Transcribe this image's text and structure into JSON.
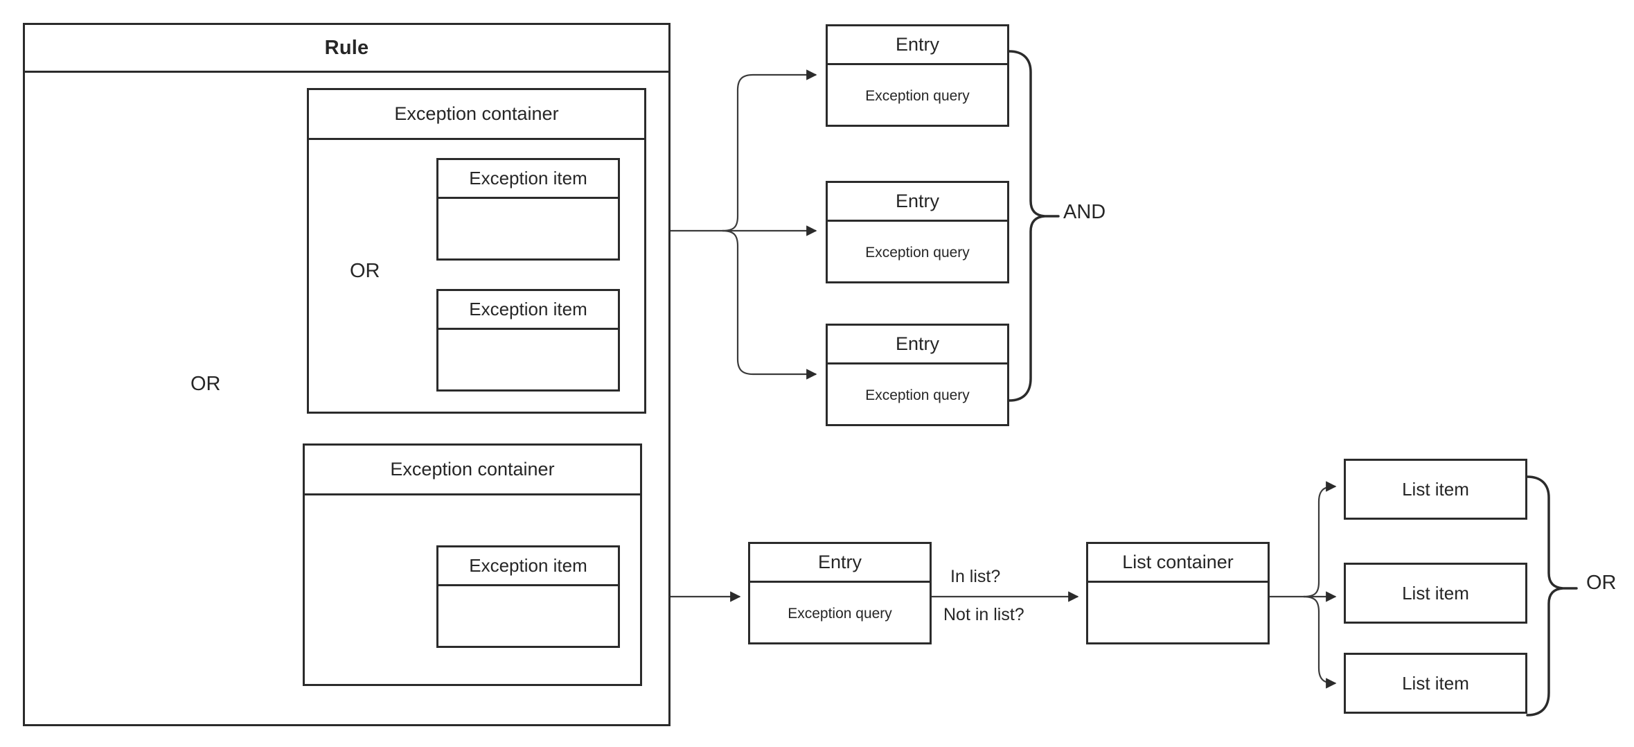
{
  "diagram": {
    "title": "Rule",
    "rule": {
      "label": "Rule"
    },
    "exception_containers": [
      {
        "label": "Exception container",
        "items": [
          {
            "label": "Exception item",
            "body": ""
          },
          {
            "label": "Exception item",
            "body": ""
          }
        ],
        "operator": "OR"
      },
      {
        "label": "Exception container",
        "items": [
          {
            "label": "Exception item",
            "body": ""
          }
        ]
      }
    ],
    "entries": [
      {
        "label": "Entry",
        "body": "Exception query"
      },
      {
        "label": "Entry",
        "body": "Exception query"
      },
      {
        "label": "Entry",
        "body": "Exception query"
      },
      {
        "label": "Entry",
        "body": "Exception query"
      }
    ],
    "list_container": {
      "label": "List container",
      "body": ""
    },
    "list_items": [
      {
        "label": "List item"
      },
      {
        "label": "List item"
      },
      {
        "label": "List item"
      }
    ],
    "operators": {
      "outer_or": "OR",
      "inner_or": "OR",
      "entries_and": "AND",
      "list_or": "OR"
    },
    "edge_labels": {
      "in_list": "In list?",
      "not_in_list": "Not in list?"
    },
    "colors": {
      "stroke": "#2b2b2b",
      "thin_stroke": "#3a3a3a",
      "background": "#ffffff",
      "text": "#262626"
    }
  }
}
